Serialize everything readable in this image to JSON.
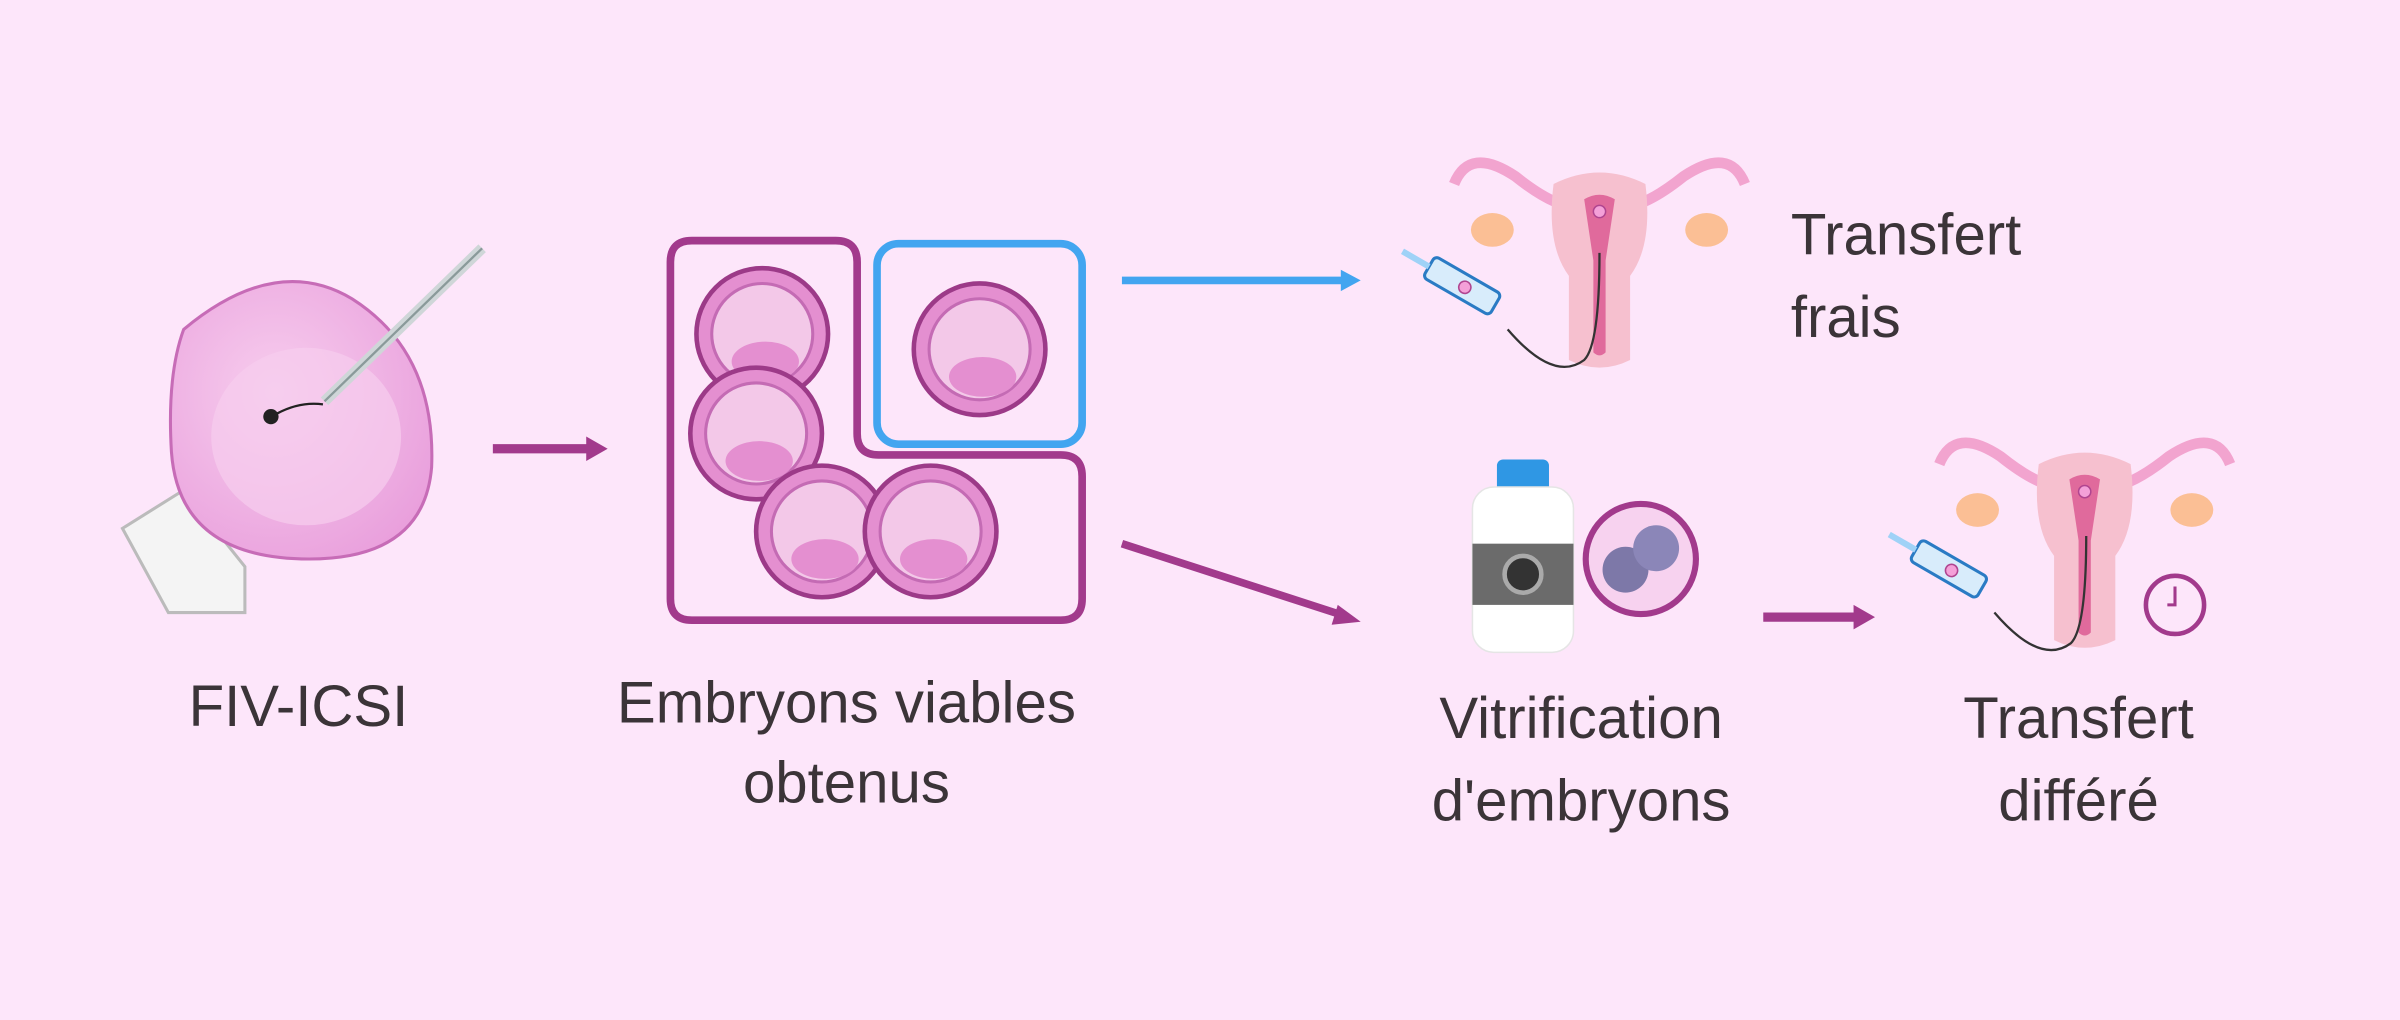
{
  "steps": {
    "icsi": "FIV-ICSI",
    "embryos_line1": "Embryons viables",
    "embryos_line2": "obtenus",
    "fresh_line1": "Transfert",
    "fresh_line2": "frais",
    "vitri_line1": "Vitrification",
    "vitri_line2": "d'embryons",
    "deferred_line1": "Transfert",
    "deferred_line2": "différé"
  },
  "colors": {
    "background": "#fde6fa",
    "purple": "#a23a8c",
    "blue": "#42a5f0",
    "text": "#3b3438"
  }
}
